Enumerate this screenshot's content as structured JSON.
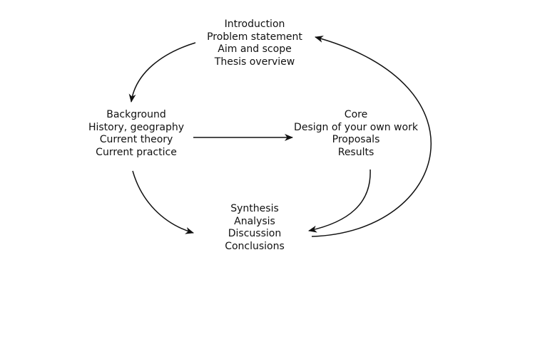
{
  "nodes": {
    "intro": {
      "lines": [
        "Introduction",
        "Problem statement",
        "Aim and scope",
        "Thesis overview"
      ]
    },
    "background": {
      "lines": [
        "Background",
        "History, geography",
        "Current theory",
        "Current practice"
      ]
    },
    "core": {
      "lines": [
        "Core",
        "Design of your own work",
        "Proposals",
        "Results"
      ]
    },
    "synthesis": {
      "lines": [
        "Synthesis",
        "Analysis",
        "Discussion",
        "Conclusions"
      ]
    }
  },
  "edges": [
    {
      "from": "intro",
      "to": "background"
    },
    {
      "from": "background",
      "to": "core"
    },
    {
      "from": "background",
      "to": "synthesis"
    },
    {
      "from": "core",
      "to": "synthesis"
    },
    {
      "from": "synthesis",
      "to": "intro"
    }
  ],
  "colors": {
    "ink": "#111111",
    "background": "#ffffff"
  }
}
